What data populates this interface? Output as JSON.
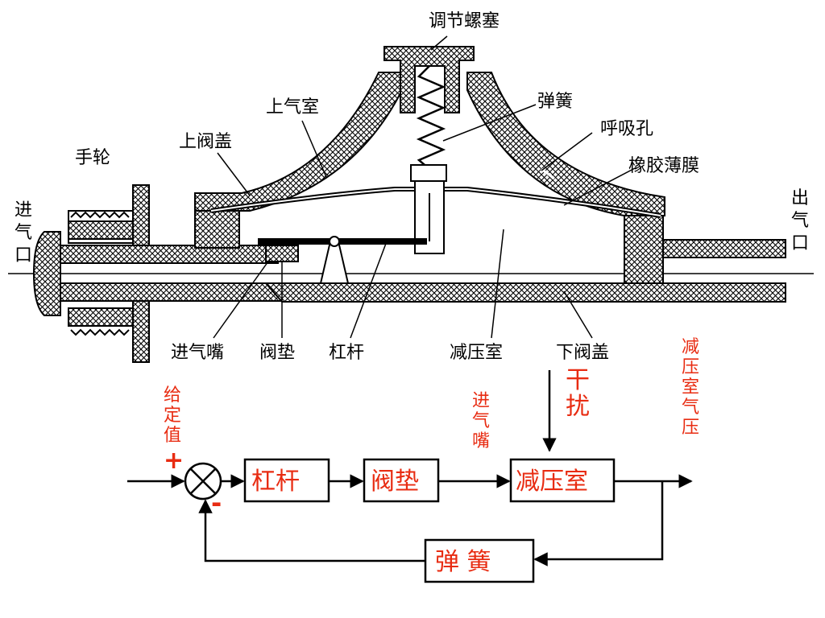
{
  "mech": {
    "adjust_plug": "调节螺塞",
    "upper_chamber": "上气室",
    "spring": "弹簧",
    "breather_hole": "呼吸孔",
    "upper_cover": "上阀盖",
    "rubber_membrane": "橡胶薄膜",
    "handwheel": "手轮",
    "inlet_vertical": [
      "进",
      "气",
      "口"
    ],
    "outlet_vertical": [
      "出",
      "气",
      "口"
    ],
    "inlet_nozzle": "进气嘴",
    "valve_pad": "阀垫",
    "lever": "杠杆",
    "reduce_chamber": "减压室",
    "lower_cover": "下阀盖"
  },
  "block": {
    "disturbance": [
      "干",
      "扰"
    ],
    "setpoint_vertical": [
      "给",
      "定",
      "值"
    ],
    "plus": "+",
    "minus": "-",
    "nozzle_vertical": [
      "进",
      "气",
      "嘴"
    ],
    "output_vertical": [
      "减",
      "压",
      "室",
      "气",
      "压"
    ],
    "box_lever": "杠杆",
    "box_pad": "阀垫",
    "box_chamber": "减压室",
    "box_spring": "弹  簧"
  },
  "colors": {
    "accent_red": "#e82c12",
    "ink": "#000000"
  }
}
